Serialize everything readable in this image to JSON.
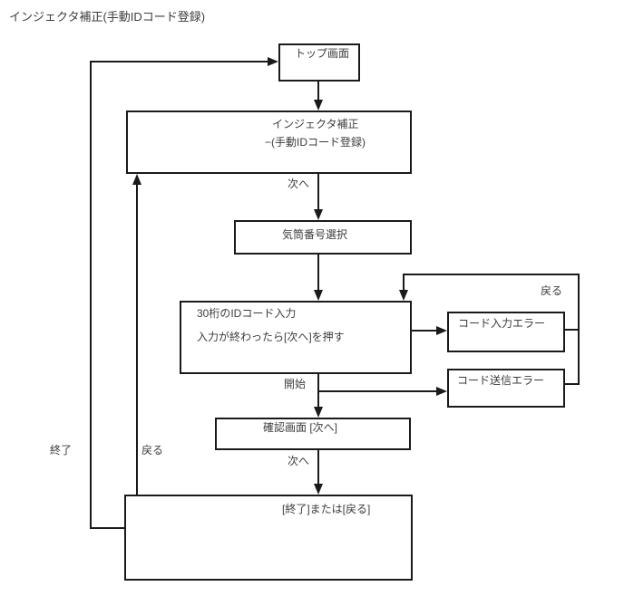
{
  "title": "インジェクタ補正(手動IDコード登録)",
  "flow": {
    "boxes": {
      "top_screen": {
        "label": "トップ画面"
      },
      "injector": {
        "line1": "インジェクタ補正",
        "line2": "−(手動IDコード登録)"
      },
      "cylinder": {
        "label": "気筒番号選択"
      },
      "id_input": {
        "line1": "30桁のIDコード入力",
        "line2": "入力が終わったら[次へ]を押す"
      },
      "confirm": {
        "label": "確認画面 [次へ]"
      },
      "finish": {
        "label": "[終了]または[戻る]"
      },
      "error_input": {
        "label": "コード入力エラー"
      },
      "error_send": {
        "label": "コード送信エラー"
      }
    },
    "labels": {
      "next1": "次へ",
      "start": "開始",
      "next2": "次へ",
      "back_top": "戻る",
      "exit_left": "終了",
      "back_left": "戻る"
    }
  },
  "colors": {
    "line": "#1a1a1a",
    "text": "#3d3d3d",
    "background": "#ffffff"
  }
}
